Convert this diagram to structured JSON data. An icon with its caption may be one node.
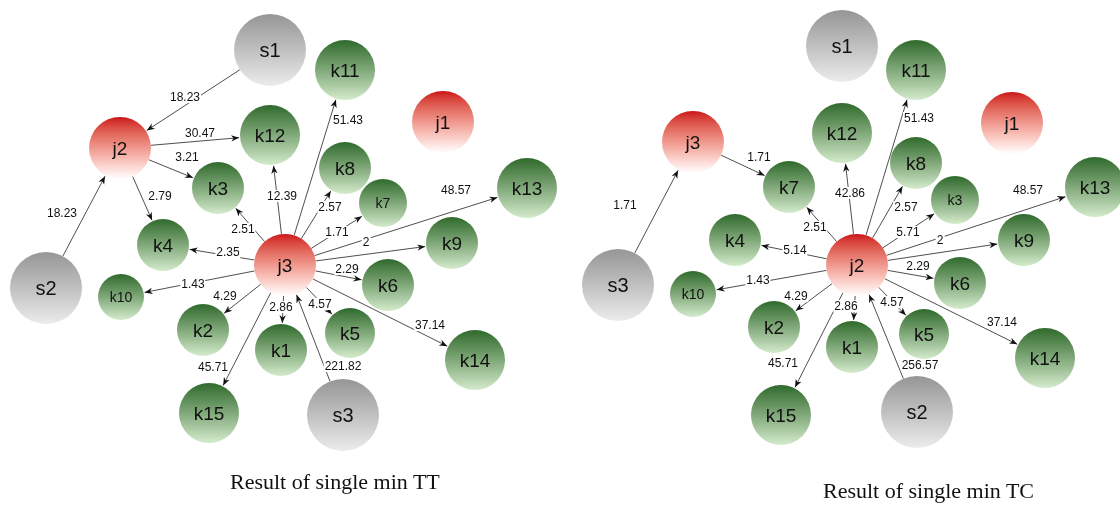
{
  "diagram": {
    "nodes": [
      {
        "text": [
          "s1"
        ]
      },
      {
        "text": [
          "k11"
        ]
      },
      {
        "text": [
          "j2"
        ]
      },
      {
        "text": [
          "k12"
        ]
      },
      {
        "text": [
          "j1"
        ]
      },
      {
        "text": [
          "k3"
        ]
      },
      {
        "text": [
          "k8"
        ]
      },
      {
        "text": [
          "k13"
        ]
      },
      {
        "text": [
          "k7"
        ]
      },
      {
        "text": [
          "k4"
        ]
      },
      {
        "text": [
          "j3"
        ]
      },
      {
        "text": [
          "k9"
        ]
      },
      {
        "text": [
          "s2"
        ]
      },
      {
        "text": [
          "k10"
        ]
      },
      {
        "text": [
          "k6"
        ]
      },
      {
        "text": [
          "k2"
        ]
      },
      {
        "text": [
          "k5"
        ]
      },
      {
        "text": [
          "k1"
        ]
      },
      {
        "text": [
          "k14"
        ]
      },
      {
        "text": [
          "k15"
        ]
      },
      {
        "text": [
          "s3"
        ]
      },
      {
        "text": [
          "s1"
        ]
      },
      {
        "text": [
          "k11"
        ]
      },
      {
        "text": [
          "j3"
        ]
      },
      {
        "text": [
          "k12"
        ]
      },
      {
        "text": [
          "j1"
        ]
      },
      {
        "text": [
          "k7"
        ]
      },
      {
        "text": [
          "k8"
        ]
      },
      {
        "text": [
          "k13"
        ]
      },
      {
        "text": [
          "k3"
        ]
      },
      {
        "text": [
          "k4"
        ]
      },
      {
        "text": [
          "j2"
        ]
      },
      {
        "text": [
          "k9"
        ]
      },
      {
        "text": [
          "s3"
        ]
      },
      {
        "text": [
          "k10"
        ]
      },
      {
        "text": [
          "k6"
        ]
      },
      {
        "text": [
          "k2"
        ]
      },
      {
        "text": [
          "k5"
        ]
      },
      {
        "text": [
          "k1"
        ]
      },
      {
        "text": [
          "k14"
        ]
      },
      {
        "text": [
          "k15"
        ]
      },
      {
        "text": [
          "s2"
        ]
      }
    ],
    "edges": [
      {
        "from": 0,
        "to": 2,
        "arrow": "to",
        "label": "18.23"
      },
      {
        "from": 2,
        "to": 3,
        "arrow": "to",
        "label": "30.47"
      },
      {
        "from": 2,
        "to": 5,
        "arrow": "to",
        "label": "3.21"
      },
      {
        "from": 2,
        "to": 9,
        "arrow": "to",
        "label": "2.79"
      },
      {
        "from": 12,
        "to": 2,
        "arrow": "to",
        "label": "18.23"
      },
      {
        "from": 10,
        "to": 5,
        "arrow": "to",
        "label": "2.51"
      },
      {
        "from": 10,
        "to": 3,
        "arrow": "to",
        "label": "12.39"
      },
      {
        "from": 10,
        "to": 1,
        "arrow": "to",
        "label": "51.43"
      },
      {
        "from": 10,
        "to": 6,
        "arrow": "to",
        "label": "2.57"
      },
      {
        "from": 10,
        "to": 8,
        "arrow": "to",
        "label": "1.71"
      },
      {
        "from": 10,
        "to": 7,
        "arrow": "to",
        "label": "48.57"
      },
      {
        "from": 10,
        "to": 11,
        "arrow": "to",
        "label": "2"
      },
      {
        "from": 10,
        "to": 9,
        "arrow": "to",
        "label": "2.35"
      },
      {
        "from": 10,
        "to": 13,
        "arrow": "to",
        "label": "1.43"
      },
      {
        "from": 10,
        "to": 14,
        "arrow": "to",
        "label": "2.29"
      },
      {
        "from": 10,
        "to": 15,
        "arrow": "to",
        "label": "4.29"
      },
      {
        "from": 10,
        "to": 17,
        "arrow": "to",
        "label": "2.86"
      },
      {
        "from": 10,
        "to": 16,
        "arrow": "to",
        "label": "4.57"
      },
      {
        "from": 10,
        "to": 18,
        "arrow": "to",
        "label": "37.14"
      },
      {
        "from": 10,
        "to": 19,
        "arrow": "to",
        "label": "45.71"
      },
      {
        "from": 20,
        "to": 10,
        "arrow": "to",
        "label": "221.82"
      },
      {
        "from": 33,
        "to": 23,
        "arrow": "to",
        "label": "1.71"
      },
      {
        "from": 23,
        "to": 26,
        "arrow": "to",
        "label": "1.71"
      },
      {
        "from": 31,
        "to": 26,
        "arrow": "to",
        "label": "2.51"
      },
      {
        "from": 31,
        "to": 24,
        "arrow": "to",
        "label": "42.86"
      },
      {
        "from": 31,
        "to": 22,
        "arrow": "to",
        "label": "51.43"
      },
      {
        "from": 31,
        "to": 27,
        "arrow": "to",
        "label": "2.57"
      },
      {
        "from": 31,
        "to": 29,
        "arrow": "to",
        "label": "5.71"
      },
      {
        "from": 31,
        "to": 28,
        "arrow": "to",
        "label": "48.57"
      },
      {
        "from": 31,
        "to": 32,
        "arrow": "to",
        "label": "2"
      },
      {
        "from": 31,
        "to": 30,
        "arrow": "to",
        "label": "5.14"
      },
      {
        "from": 31,
        "to": 34,
        "arrow": "to",
        "label": "1.43"
      },
      {
        "from": 31,
        "to": 35,
        "arrow": "to",
        "label": "2.29"
      },
      {
        "from": 31,
        "to": 36,
        "arrow": "to",
        "label": "4.29"
      },
      {
        "from": 31,
        "to": 38,
        "arrow": "to",
        "label": "2.86"
      },
      {
        "from": 31,
        "to": 37,
        "arrow": "to",
        "label": "4.57"
      },
      {
        "from": 31,
        "to": 39,
        "arrow": "to",
        "label": "37.14"
      },
      {
        "from": 31,
        "to": 40,
        "arrow": "to",
        "label": "45.71"
      },
      {
        "from": 41,
        "to": 31,
        "arrow": "to",
        "label": "256.57"
      }
    ],
    "labels": [
      "Result of single min TT",
      "Result of single min TC"
    ]
  }
}
